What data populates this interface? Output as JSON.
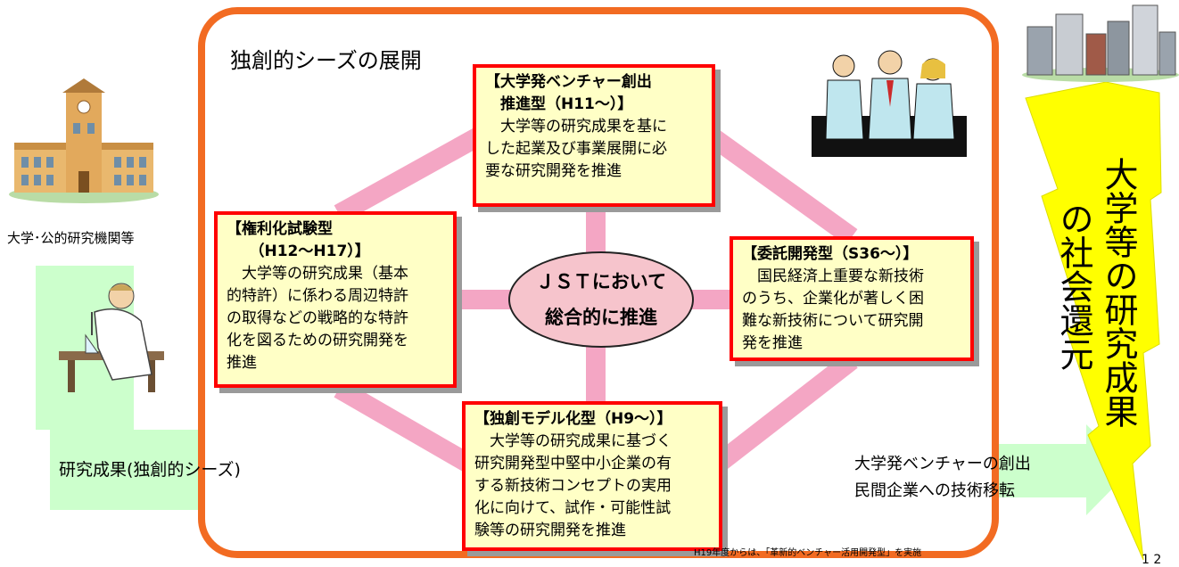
{
  "diagram": {
    "title": "独創的シーズの展開",
    "center": {
      "line1": "ＪＳＴにおいて",
      "line2": "総合的に推進"
    },
    "boxes": {
      "top": {
        "head": "【大学発ベンチャー創出\n　推進型（H11～）】",
        "body": "　大学等の研究成果を基に\nした起業及び事業展開に必\n要な研究開発を推進"
      },
      "left": {
        "head": "【権利化試験型\n　　（H12～H17）】",
        "body": "　大学等の研究成果（基本\n的特許）に係わる周辺特許\nの取得などの戦略的な特許\n化を図るための研究開発を\n推進"
      },
      "right": {
        "head": "【委託開発型（S36～）】",
        "body": "　国民経済上重要な新技術\nのうち、企業化が著しく困\n難な新技術について研究開\n発を推進"
      },
      "bottom": {
        "head": "【独創モデル化型（H9～）】",
        "body": "　大学等の研究成果に基づく\n研究開発型中堅中小企業の有\nする新技術コンセプトの実用\n化に向けて、試作・可能性試\n験等の研究開発を推進"
      }
    },
    "university_label": "大学･公的研究機関等",
    "seeds_label": "研究成果(独創的シーズ)",
    "tech_transfer_label": "大学発ベンチャーの創出\n民間企業への技術移転",
    "social_return_main": "大学等の研究成果",
    "social_return_sub": "の社会還元",
    "note": "H19年度からは、「革新的ベンチャー活用開発型」を実施",
    "page_number": "1 2"
  },
  "colors": {
    "frame": "#f26b22",
    "box_border": "#ff0000",
    "box_fill": "#ffffc6",
    "connector": "#f4a6c4",
    "center_fill": "#f6c4cc",
    "arrow_green": "#ccffcc",
    "lightning_yellow": "#ffff00"
  },
  "icons": [
    "university-building-icon",
    "scientist-with-flask-icon",
    "businesspeople-meeting-icon",
    "city-buildings-icon"
  ]
}
